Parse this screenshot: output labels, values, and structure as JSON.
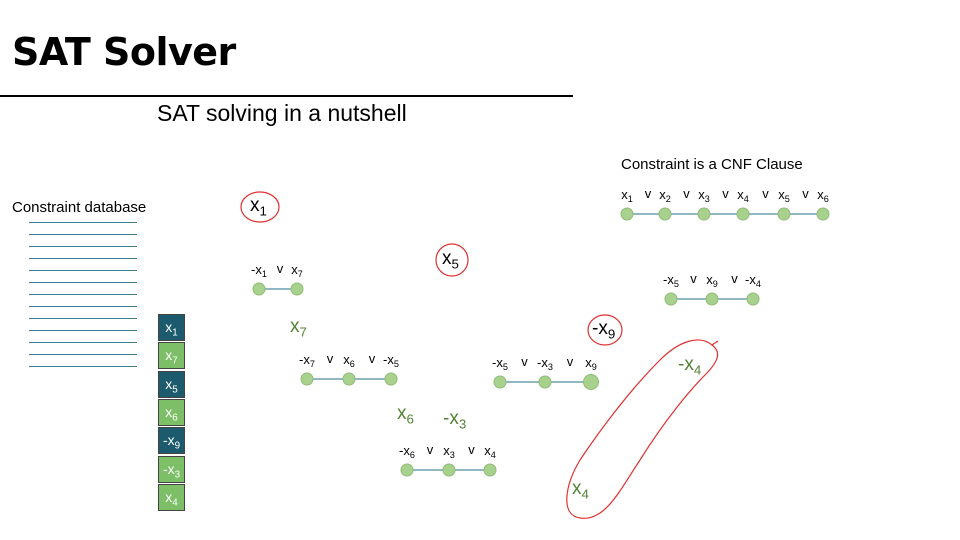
{
  "slide": {
    "title": "SAT Solver",
    "subtitle": "SAT solving in a nutshell",
    "db_label": "Constraint database",
    "cnf_label": "Constraint is a CNF Clause",
    "db_line_count": 13
  },
  "colors": {
    "decision": "#1c5a6e",
    "implied": "#7dbf67",
    "node": "#a9d18e",
    "edge": "#6a9fb0",
    "annotation": "#548235",
    "circle": "#e03030"
  },
  "trail": [
    {
      "base": "x",
      "sub": "1",
      "kind": "decision"
    },
    {
      "base": "x",
      "sub": "7",
      "kind": "implied"
    },
    {
      "base": "x",
      "sub": "5",
      "kind": "decision"
    },
    {
      "base": "x",
      "sub": "6",
      "kind": "implied"
    },
    {
      "base": "-x",
      "sub": "9",
      "kind": "decision"
    },
    {
      "base": "-x",
      "sub": "3",
      "kind": "implied"
    },
    {
      "base": "x",
      "sub": "4",
      "kind": "implied"
    }
  ],
  "connective": "v",
  "clauses": [
    {
      "name": "clause-cnf-example",
      "literals": [
        {
          "base": "x",
          "sub": "1"
        },
        {
          "base": "x",
          "sub": "2"
        },
        {
          "base": "x",
          "sub": "3"
        },
        {
          "base": "x",
          "sub": "4"
        },
        {
          "base": "x",
          "sub": "5"
        },
        {
          "base": "x",
          "sub": "6"
        }
      ]
    },
    {
      "name": "clause-not-x1-or-x7",
      "literals": [
        {
          "base": "-x",
          "sub": "1"
        },
        {
          "base": "x",
          "sub": "7"
        }
      ]
    },
    {
      "name": "clause-not-x7-or-x6-or-not-x5",
      "literals": [
        {
          "base": "-x",
          "sub": "7"
        },
        {
          "base": "x",
          "sub": "6"
        },
        {
          "base": "-x",
          "sub": "5"
        }
      ]
    },
    {
      "name": "clause-not-x5-or-not-x3-or-x9",
      "literals": [
        {
          "base": "-x",
          "sub": "5"
        },
        {
          "base": "-x",
          "sub": "3"
        },
        {
          "base": "x",
          "sub": "9"
        }
      ]
    },
    {
      "name": "clause-not-x6-or-x3-or-x4",
      "literals": [
        {
          "base": "-x",
          "sub": "6"
        },
        {
          "base": "x",
          "sub": "3"
        },
        {
          "base": "x",
          "sub": "4"
        }
      ]
    },
    {
      "name": "clause-not-x5-or-x9-or-not-x4",
      "literals": [
        {
          "base": "-x",
          "sub": "5"
        },
        {
          "base": "x",
          "sub": "9"
        },
        {
          "base": "-x",
          "sub": "4"
        }
      ]
    }
  ],
  "decisions": [
    {
      "base": "x",
      "sub": "1"
    },
    {
      "base": "x",
      "sub": "5"
    },
    {
      "base": "-x",
      "sub": "9"
    }
  ],
  "implications": [
    {
      "base": "x",
      "sub": "7"
    },
    {
      "base": "x",
      "sub": "6"
    },
    {
      "base": "-x",
      "sub": "3"
    },
    {
      "base": "-x",
      "sub": "4"
    },
    {
      "base": "x",
      "sub": "4"
    }
  ]
}
